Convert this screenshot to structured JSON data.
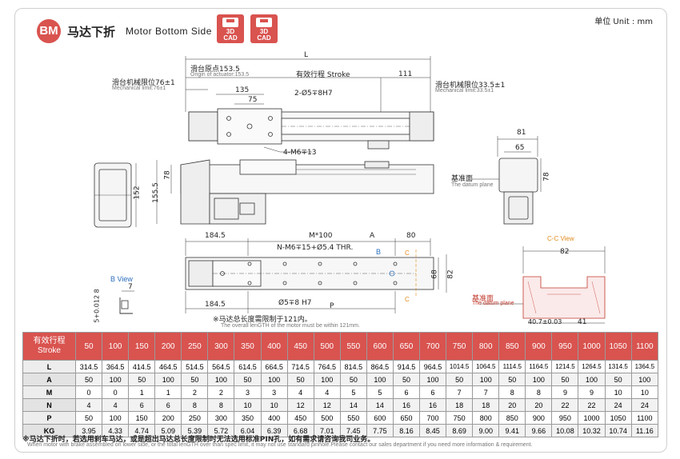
{
  "header": {
    "badge": "BM",
    "title_cn": "马达下折",
    "title_en": "Motor Bottom Side",
    "cad_labels": [
      {
        "top": "3D",
        "bottom": "CAD"
      },
      {
        "top": "3D",
        "bottom": "CAD"
      }
    ],
    "unit": "单位 Unit : mm"
  },
  "drawing": {
    "L": "L",
    "origin_cn": "滑台原点153.5",
    "origin_en": "Origin of actuator:153.5",
    "stroke_label": "有效行程 Stroke",
    "dim_111": "111",
    "mech_left_cn": "滑台机械限位76±1",
    "mech_left_en": "Mechanical limit:76±1",
    "mech_right_cn": "滑台机械限位33.5±1",
    "mech_right_en": "Mechanical limit:33.5±1",
    "dim_135": "135",
    "dim_75": "75",
    "pin_holes": "2-Ø5∓8H7",
    "m6_holes": "4-M6∓13",
    "dim_78": "78",
    "dim_152": "152",
    "dim_155_5": "155.5",
    "dim_81": "81",
    "dim_65": "65",
    "dim_78_right": "78",
    "datum_cn": "基准面",
    "datum_en": "The datum plane",
    "dim_184_5_top": "184.5",
    "dim_m100": "M*100",
    "dim_A": "A",
    "dim_80": "80",
    "thread_holes": "N-M6∓15+Ø5.4 THR.",
    "label_B": "B",
    "label_C1": "C",
    "label_C2": "C",
    "dim_68": "68",
    "dim_82_vert": "82",
    "dim_184_5_bottom": "184.5",
    "pin_bottom": "Ø5∓8 H7",
    "dim_P": "P",
    "b_view": "B View",
    "b_dim_7": "7",
    "b_dim_tol": "5+0.012 8",
    "cc_view": "C-C View",
    "cc_dim_82": "82",
    "cc_datum_cn": "基准面",
    "cc_datum_en": "The datum plane",
    "cc_dim_40_7": "40.7±0.03",
    "cc_dim_41": "41",
    "motor_note_cn": "※马达总长度需限制于121内。",
    "motor_note_en": "The overall lenGTH of the motor must be within 121mm."
  },
  "table": {
    "stroke_header_cn": "有效行程",
    "stroke_header_en": "Stroke",
    "strokes": [
      "50",
      "100",
      "150",
      "200",
      "250",
      "300",
      "350",
      "400",
      "450",
      "500",
      "550",
      "600",
      "650",
      "700",
      "750",
      "800",
      "850",
      "900",
      "950",
      "1000",
      "1050",
      "1100"
    ],
    "rows": [
      {
        "label": "L",
        "values": [
          "314.5",
          "364.5",
          "414.5",
          "464.5",
          "514.5",
          "564.5",
          "614.5",
          "664.5",
          "714.5",
          "764.5",
          "814.5",
          "864.5",
          "914.5",
          "964.5",
          "1014.5",
          "1064.5",
          "1114.5",
          "1164.5",
          "1214.5",
          "1264.5",
          "1314.5",
          "1364.5"
        ]
      },
      {
        "label": "A",
        "values": [
          "50",
          "100",
          "50",
          "100",
          "50",
          "100",
          "50",
          "100",
          "50",
          "100",
          "50",
          "100",
          "50",
          "100",
          "50",
          "100",
          "50",
          "100",
          "50",
          "100",
          "50",
          "100"
        ]
      },
      {
        "label": "M",
        "values": [
          "0",
          "0",
          "1",
          "1",
          "2",
          "2",
          "3",
          "3",
          "4",
          "4",
          "5",
          "5",
          "6",
          "6",
          "7",
          "7",
          "8",
          "8",
          "9",
          "9",
          "10",
          "10"
        ]
      },
      {
        "label": "N",
        "values": [
          "4",
          "4",
          "6",
          "6",
          "8",
          "8",
          "10",
          "10",
          "12",
          "12",
          "14",
          "14",
          "16",
          "16",
          "18",
          "18",
          "20",
          "20",
          "22",
          "22",
          "24",
          "24"
        ]
      },
      {
        "label": "P",
        "values": [
          "50",
          "100",
          "150",
          "200",
          "250",
          "300",
          "350",
          "400",
          "450",
          "500",
          "550",
          "600",
          "650",
          "700",
          "750",
          "800",
          "850",
          "900",
          "950",
          "1000",
          "1050",
          "1100"
        ]
      },
      {
        "label": "KG",
        "values": [
          "3.95",
          "4.33",
          "4.74",
          "5.09",
          "5.39",
          "5.72",
          "6.04",
          "6.39",
          "6.68",
          "7.01",
          "7.45",
          "7.75",
          "8.16",
          "8.45",
          "8.69",
          "9.00",
          "9.41",
          "9.66",
          "10.08",
          "10.32",
          "10.74",
          "11.16"
        ]
      }
    ]
  },
  "footnote_cn": "※马达下折时，若选用刹车马达，或是超出马达总长度限制时无法选用标准PIN孔，如有需求请咨询我司业务。",
  "footnote_en": "When motor with brake assembled on lower side, or the total lenGTH over than spec limit, it may not use standard pinhole.Please contact our sales department if you need more information & requirement.",
  "colors": {
    "accent": "#d9534f",
    "blue": "#2a6ebb",
    "orange": "#e08a1e",
    "line": "#333333"
  }
}
